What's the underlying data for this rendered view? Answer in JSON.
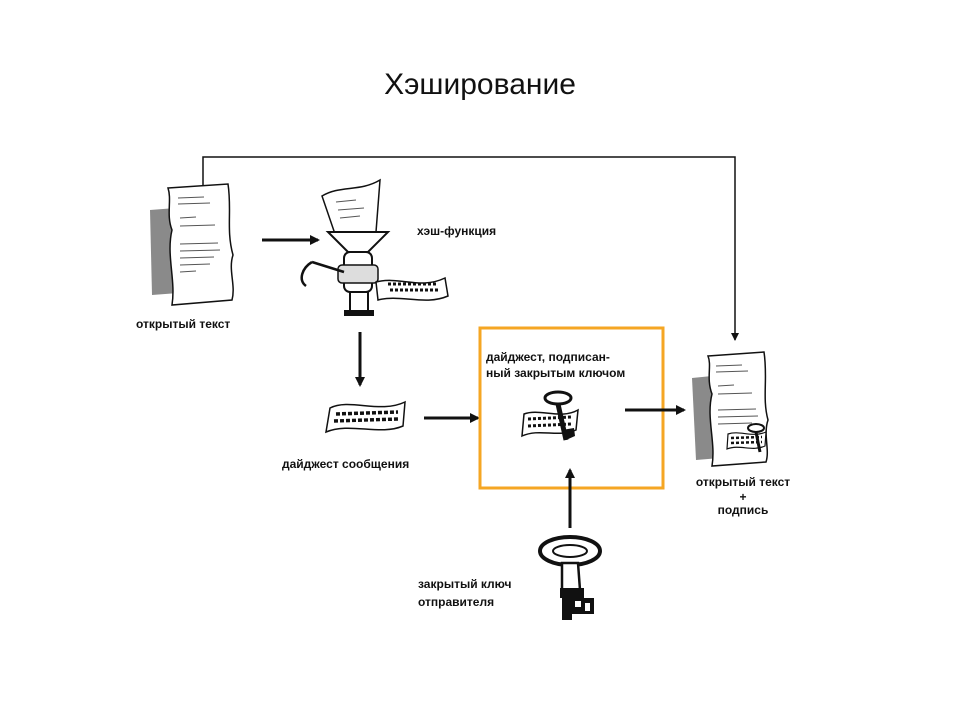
{
  "title": "Хэширование",
  "labels": {
    "plaintext": "открытый текст",
    "hash_function": "хэш-функция",
    "digest_signed_line1": "дайджест, подписан-",
    "digest_signed_line2": "ный закрытым ключом",
    "message_digest": "дайджест сообщения",
    "result_line1": "открытый текст",
    "result_line2": "+",
    "result_line3": "подпись",
    "private_key_line1": "закрытый ключ",
    "private_key_line2": "отправителя"
  },
  "colors": {
    "highlight_box": "#f5a623",
    "lines": "#111111",
    "paper_shadow": "#8a8a8a"
  },
  "icons": [
    "document-icon",
    "hash-grinder-icon",
    "digest-ribbon-icon",
    "signed-digest-icon",
    "key-icon",
    "signed-document-icon"
  ]
}
